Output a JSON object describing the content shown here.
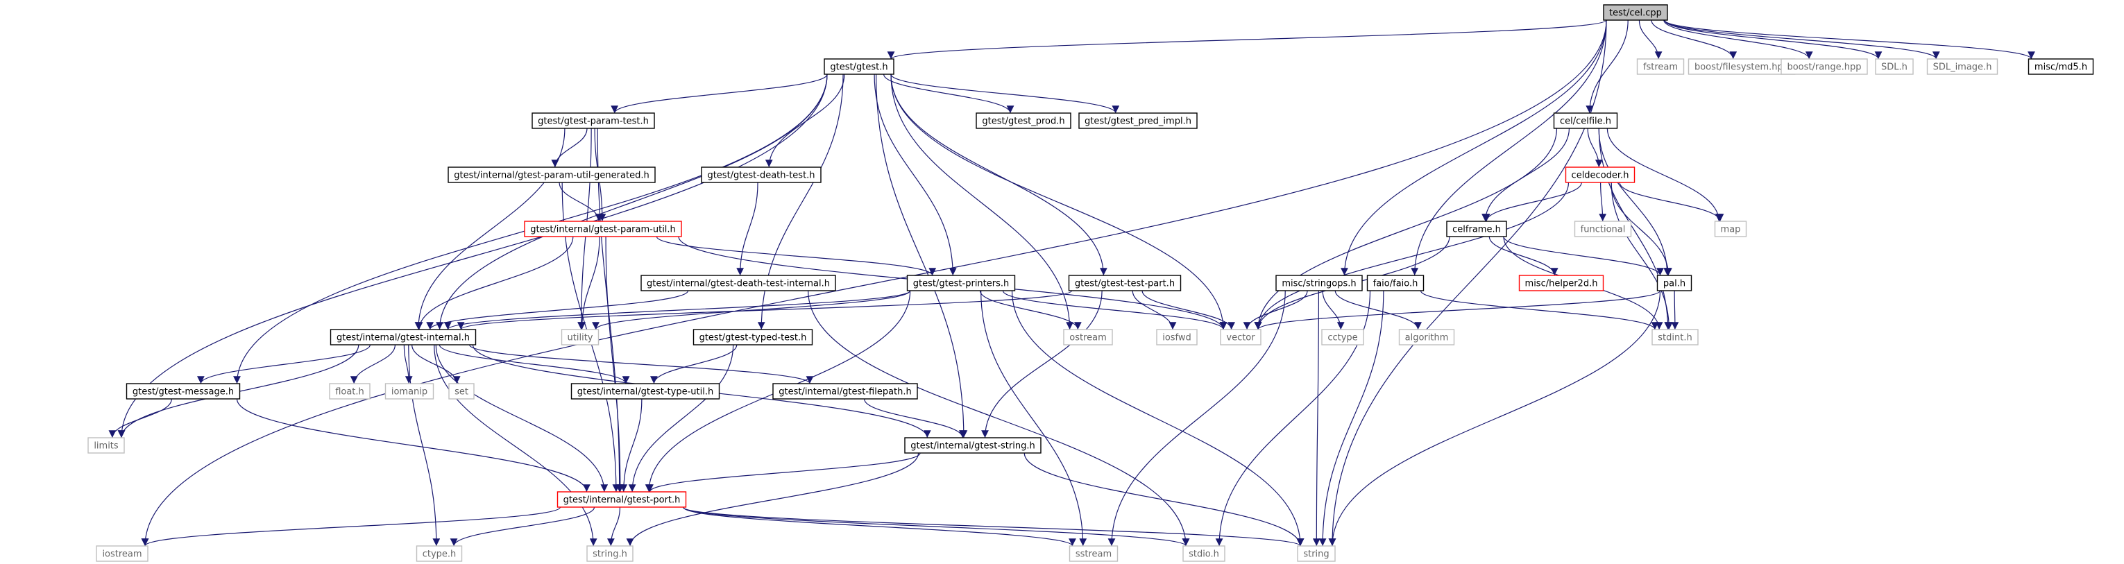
{
  "diagram": {
    "nodes": [
      {
        "id": "root",
        "label": "test/cel.cpp",
        "kind": "root"
      },
      {
        "id": "gtest",
        "label": "gtest/gtest.h",
        "kind": "normal"
      },
      {
        "id": "fstream",
        "label": "fstream",
        "kind": "system"
      },
      {
        "id": "bfs",
        "label": "boost/filesystem.hpp",
        "kind": "system"
      },
      {
        "id": "brange",
        "label": "boost/range.hpp",
        "kind": "system"
      },
      {
        "id": "sdl",
        "label": "SDL.h",
        "kind": "system"
      },
      {
        "id": "sdlimg",
        "label": "SDL_image.h",
        "kind": "system"
      },
      {
        "id": "md5",
        "label": "misc/md5.h",
        "kind": "normal"
      },
      {
        "id": "paramtest",
        "label": "gtest/gtest-param-test.h",
        "kind": "normal"
      },
      {
        "id": "prod",
        "label": "gtest/gtest_prod.h",
        "kind": "normal"
      },
      {
        "id": "predimpl",
        "label": "gtest/gtest_pred_impl.h",
        "kind": "normal"
      },
      {
        "id": "celfile",
        "label": "cel/celfile.h",
        "kind": "normal"
      },
      {
        "id": "paramgen",
        "label": "gtest/internal/gtest-param-util-generated.h",
        "kind": "normal"
      },
      {
        "id": "deathtest",
        "label": "gtest/gtest-death-test.h",
        "kind": "normal"
      },
      {
        "id": "celdecoder",
        "label": "celdecoder.h",
        "kind": "truncated"
      },
      {
        "id": "paramutil",
        "label": "gtest/internal/gtest-param-util.h",
        "kind": "truncated"
      },
      {
        "id": "functional",
        "label": "functional",
        "kind": "system"
      },
      {
        "id": "map",
        "label": "map",
        "kind": "system"
      },
      {
        "id": "celframe",
        "label": "celframe.h",
        "kind": "normal"
      },
      {
        "id": "deathinternal",
        "label": "gtest/internal/gtest-death-test-internal.h",
        "kind": "normal"
      },
      {
        "id": "printers",
        "label": "gtest/gtest-printers.h",
        "kind": "normal"
      },
      {
        "id": "testpart",
        "label": "gtest/gtest-test-part.h",
        "kind": "normal"
      },
      {
        "id": "stringops",
        "label": "misc/stringops.h",
        "kind": "normal"
      },
      {
        "id": "faio",
        "label": "faio/faio.h",
        "kind": "normal"
      },
      {
        "id": "helper2d",
        "label": "misc/helper2d.h",
        "kind": "truncated"
      },
      {
        "id": "pal",
        "label": "pal.h",
        "kind": "normal"
      },
      {
        "id": "internal",
        "label": "gtest/internal/gtest-internal.h",
        "kind": "normal"
      },
      {
        "id": "utility",
        "label": "utility",
        "kind": "system"
      },
      {
        "id": "ostream",
        "label": "ostream",
        "kind": "system"
      },
      {
        "id": "iosfwd",
        "label": "iosfwd",
        "kind": "system"
      },
      {
        "id": "vector",
        "label": "vector",
        "kind": "system"
      },
      {
        "id": "cctype",
        "label": "cctype",
        "kind": "system"
      },
      {
        "id": "algorithm",
        "label": "algorithm",
        "kind": "system"
      },
      {
        "id": "stdint",
        "label": "stdint.h",
        "kind": "system"
      },
      {
        "id": "typedtest",
        "label": "gtest/gtest-typed-test.h",
        "kind": "normal"
      },
      {
        "id": "floath",
        "label": "float.h",
        "kind": "system"
      },
      {
        "id": "iomanip",
        "label": "iomanip",
        "kind": "system"
      },
      {
        "id": "set",
        "label": "set",
        "kind": "system"
      },
      {
        "id": "message",
        "label": "gtest/gtest-message.h",
        "kind": "normal"
      },
      {
        "id": "typeutil",
        "label": "gtest/internal/gtest-type-util.h",
        "kind": "normal"
      },
      {
        "id": "filepath",
        "label": "gtest/internal/gtest-filepath.h",
        "kind": "normal"
      },
      {
        "id": "limits",
        "label": "limits",
        "kind": "system"
      },
      {
        "id": "gstring",
        "label": "gtest/internal/gtest-string.h",
        "kind": "normal"
      },
      {
        "id": "port",
        "label": "gtest/internal/gtest-port.h",
        "kind": "truncated"
      },
      {
        "id": "iostream",
        "label": "iostream",
        "kind": "system"
      },
      {
        "id": "ctype",
        "label": "ctype.h",
        "kind": "system"
      },
      {
        "id": "stringh",
        "label": "string.h",
        "kind": "system"
      },
      {
        "id": "sstream",
        "label": "sstream",
        "kind": "system"
      },
      {
        "id": "stdio",
        "label": "stdio.h",
        "kind": "system"
      },
      {
        "id": "string",
        "label": "string",
        "kind": "system"
      }
    ],
    "edges": [
      [
        "root",
        "gtest"
      ],
      [
        "root",
        "fstream"
      ],
      [
        "root",
        "bfs"
      ],
      [
        "root",
        "brange"
      ],
      [
        "root",
        "sdl"
      ],
      [
        "root",
        "sdlimg"
      ],
      [
        "root",
        "md5"
      ],
      [
        "root",
        "celfile"
      ],
      [
        "root",
        "stringops"
      ],
      [
        "root",
        "faio"
      ],
      [
        "root",
        "iostream"
      ],
      [
        "root",
        "string"
      ],
      [
        "gtest",
        "paramtest"
      ],
      [
        "gtest",
        "prod"
      ],
      [
        "gtest",
        "predimpl"
      ],
      [
        "gtest",
        "deathtest"
      ],
      [
        "gtest",
        "printers"
      ],
      [
        "gtest",
        "testpart"
      ],
      [
        "gtest",
        "internal"
      ],
      [
        "gtest",
        "typedtest"
      ],
      [
        "gtest",
        "message"
      ],
      [
        "gtest",
        "gstring"
      ],
      [
        "gtest",
        "limits"
      ],
      [
        "gtest",
        "ostream"
      ],
      [
        "gtest",
        "vector"
      ],
      [
        "paramtest",
        "paramgen"
      ],
      [
        "paramtest",
        "paramutil"
      ],
      [
        "paramtest",
        "internal"
      ],
      [
        "paramtest",
        "utility"
      ],
      [
        "paramtest",
        "port"
      ],
      [
        "paramgen",
        "paramutil"
      ],
      [
        "paramgen",
        "port"
      ],
      [
        "paramutil",
        "internal"
      ],
      [
        "paramutil",
        "printers"
      ],
      [
        "paramutil",
        "vector"
      ],
      [
        "paramutil",
        "utility"
      ],
      [
        "paramutil",
        "port"
      ],
      [
        "deathtest",
        "deathinternal"
      ],
      [
        "deathinternal",
        "internal"
      ],
      [
        "deathinternal",
        "stdio"
      ],
      [
        "printers",
        "internal"
      ],
      [
        "printers",
        "utility"
      ],
      [
        "printers",
        "ostream"
      ],
      [
        "printers",
        "sstream"
      ],
      [
        "printers",
        "vector"
      ],
      [
        "printers",
        "string"
      ],
      [
        "printers",
        "port"
      ],
      [
        "testpart",
        "internal"
      ],
      [
        "testpart",
        "iosfwd"
      ],
      [
        "testpart",
        "vector"
      ],
      [
        "testpart",
        "gstring"
      ],
      [
        "internal",
        "message"
      ],
      [
        "internal",
        "floath"
      ],
      [
        "internal",
        "iomanip"
      ],
      [
        "internal",
        "set"
      ],
      [
        "internal",
        "limits"
      ],
      [
        "internal",
        "typeutil"
      ],
      [
        "internal",
        "filepath"
      ],
      [
        "internal",
        "gstring"
      ],
      [
        "internal",
        "port"
      ],
      [
        "internal",
        "ctype"
      ],
      [
        "internal",
        "stringh"
      ],
      [
        "typedtest",
        "typeutil"
      ],
      [
        "typedtest",
        "port"
      ],
      [
        "message",
        "limits"
      ],
      [
        "message",
        "port"
      ],
      [
        "typeutil",
        "port"
      ],
      [
        "filepath",
        "gstring"
      ],
      [
        "gstring",
        "port"
      ],
      [
        "gstring",
        "stringh"
      ],
      [
        "gstring",
        "string"
      ],
      [
        "port",
        "iostream"
      ],
      [
        "port",
        "ctype"
      ],
      [
        "port",
        "stringh"
      ],
      [
        "port",
        "sstream"
      ],
      [
        "port",
        "stdio"
      ],
      [
        "port",
        "string"
      ],
      [
        "celfile",
        "celdecoder"
      ],
      [
        "celfile",
        "celframe"
      ],
      [
        "celfile",
        "pal"
      ],
      [
        "celfile",
        "map"
      ],
      [
        "celfile",
        "vector"
      ],
      [
        "celfile",
        "stdint"
      ],
      [
        "celdecoder",
        "celframe"
      ],
      [
        "celdecoder",
        "pal"
      ],
      [
        "celdecoder",
        "functional"
      ],
      [
        "celdecoder",
        "map"
      ],
      [
        "celdecoder",
        "vector"
      ],
      [
        "celdecoder",
        "stdint"
      ],
      [
        "celframe",
        "helper2d"
      ],
      [
        "celframe",
        "pal"
      ],
      [
        "celframe",
        "vector"
      ],
      [
        "celframe",
        "stdint"
      ],
      [
        "pal",
        "vector"
      ],
      [
        "pal",
        "string"
      ],
      [
        "pal",
        "stdint"
      ],
      [
        "stringops",
        "vector"
      ],
      [
        "stringops",
        "cctype"
      ],
      [
        "stringops",
        "algorithm"
      ],
      [
        "stringops",
        "string"
      ],
      [
        "stringops",
        "sstream"
      ],
      [
        "faio",
        "stdint"
      ],
      [
        "faio",
        "string"
      ],
      [
        "faio",
        "stdio"
      ]
    ]
  },
  "colors": {
    "edge": "#191970",
    "node_border": "#000000",
    "system_border": "#bfbfbf",
    "truncated_border": "#ff0000",
    "root_fill": "#bfbfbf",
    "text": "#000000",
    "system_text": "#666666"
  }
}
